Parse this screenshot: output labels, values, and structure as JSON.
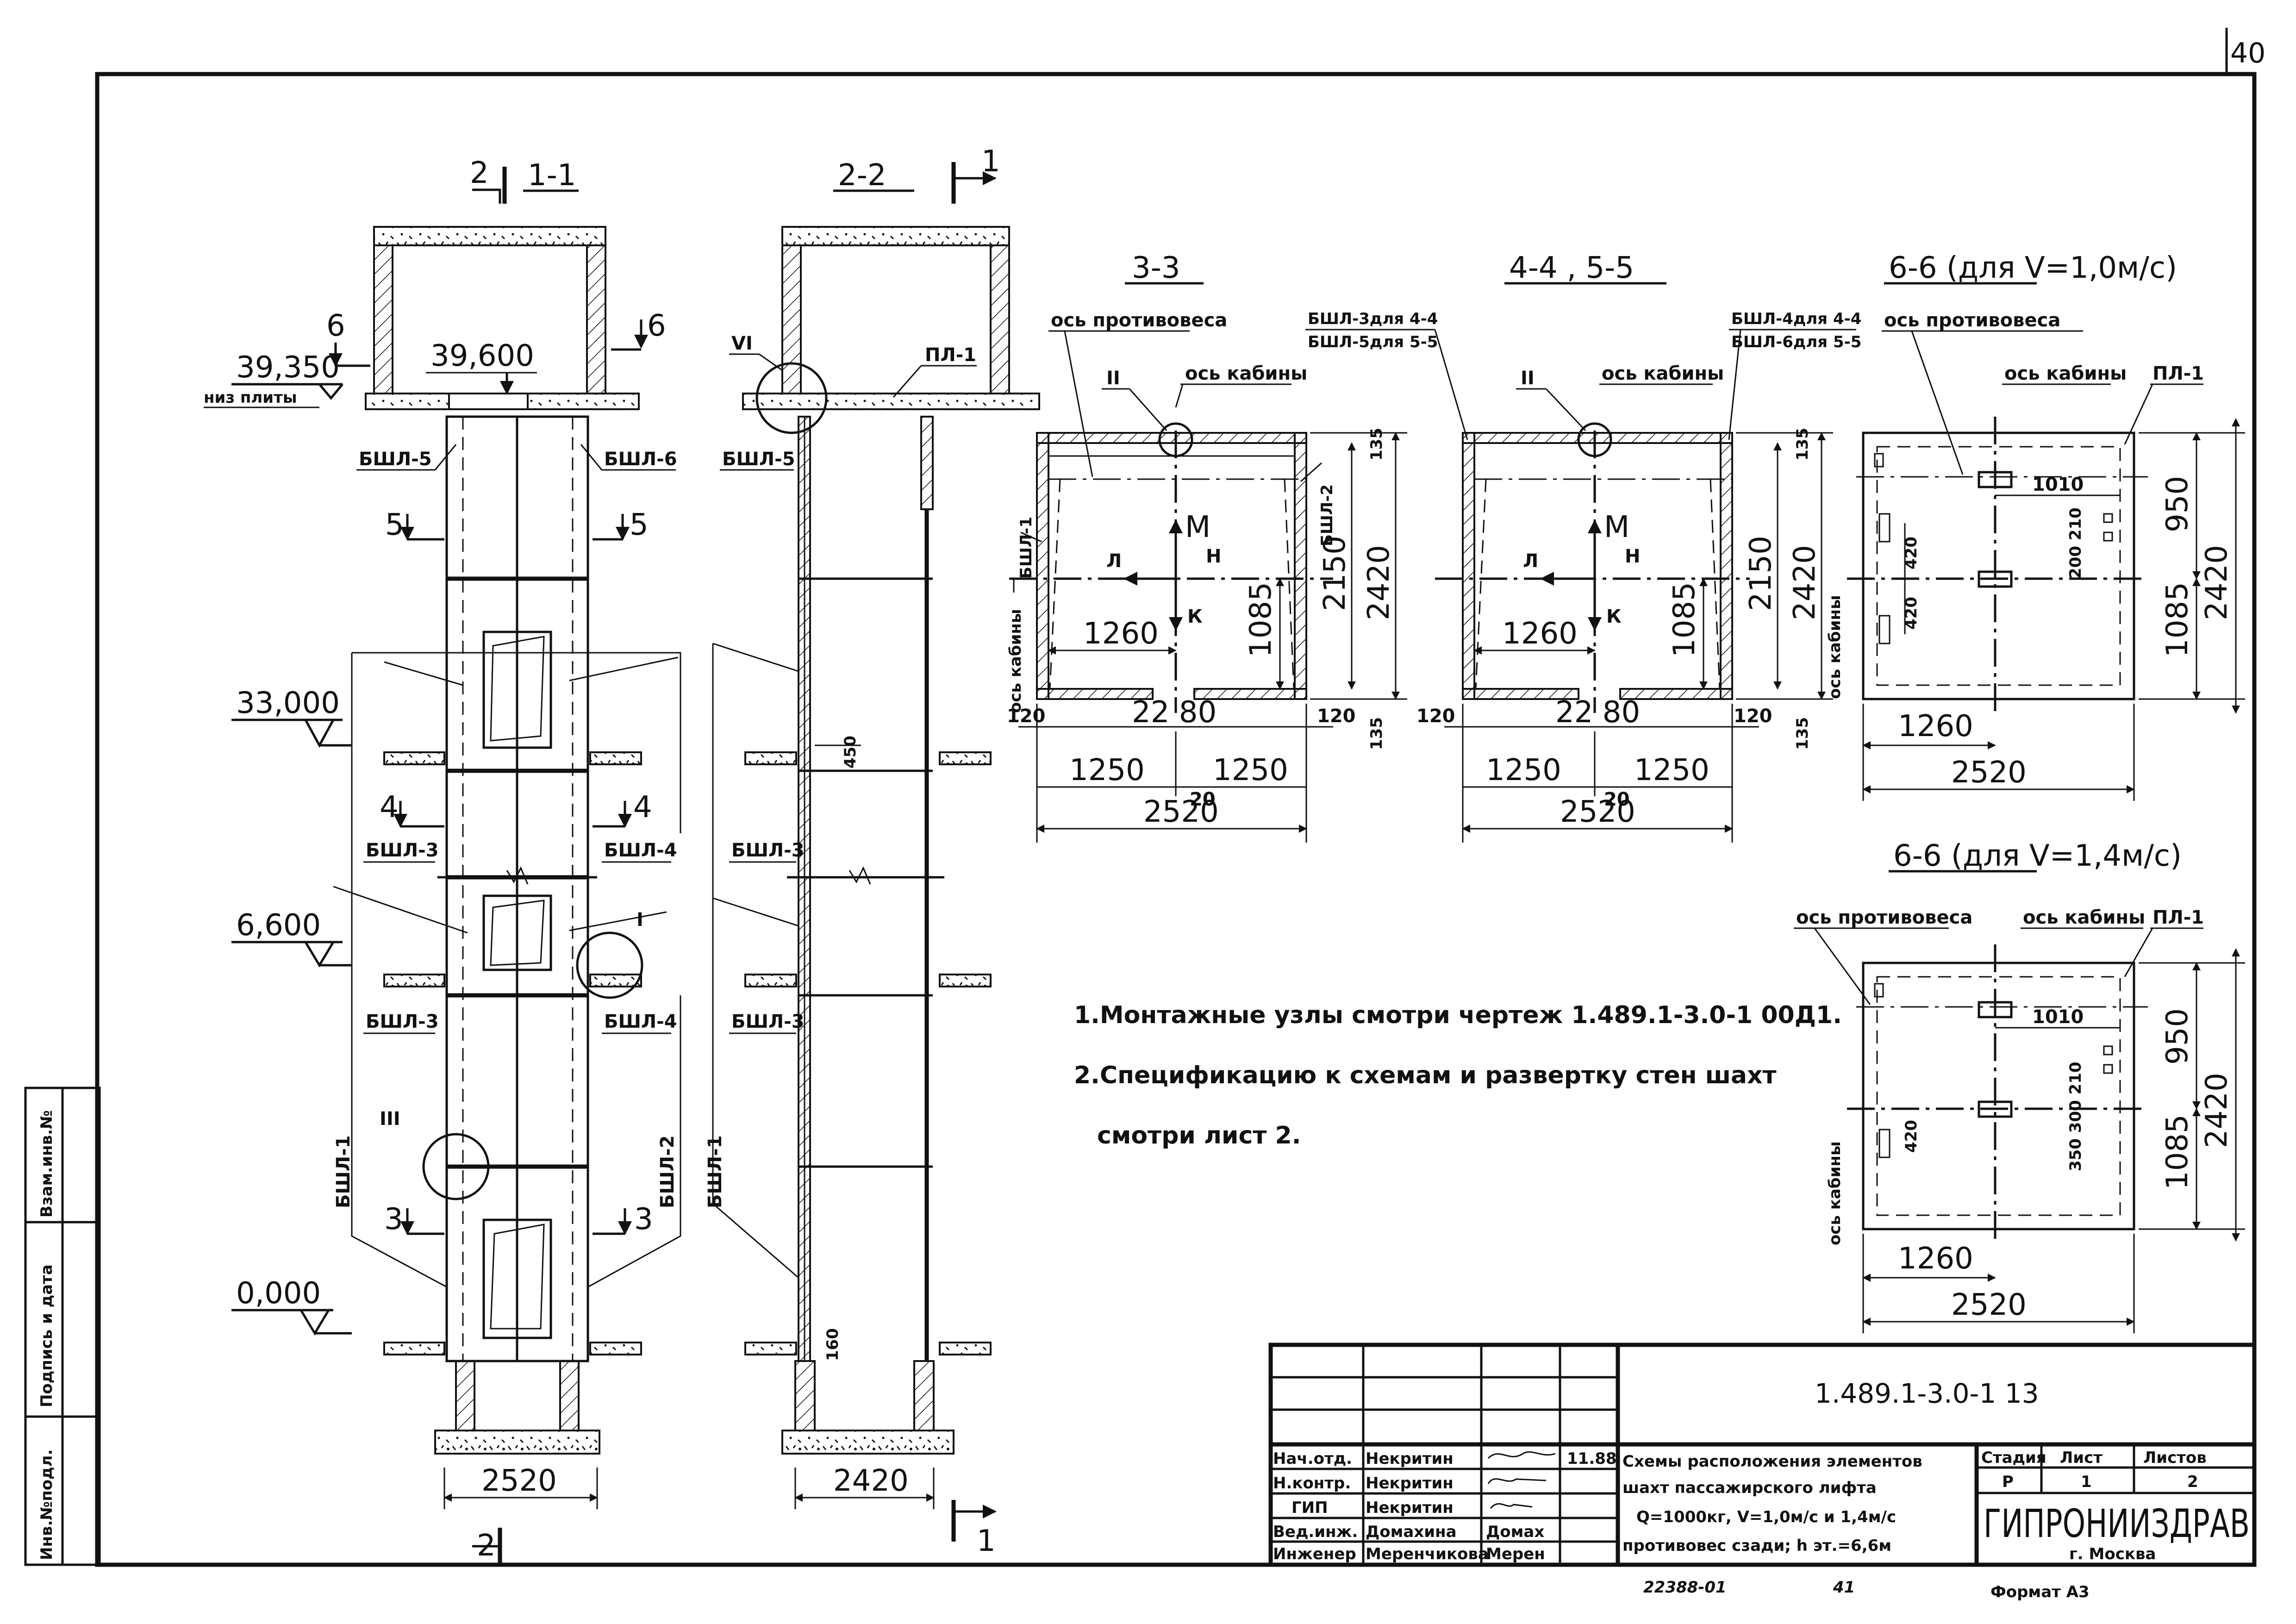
{
  "corner_page": "40",
  "views": {
    "s11": {
      "title": "1-1",
      "cut_mark": "2",
      "marker_6": "6",
      "marker_5": "5",
      "marker_4": "4",
      "marker_3": "3",
      "bottom_mark": "2"
    },
    "s22": {
      "title": "2-2",
      "cut_mark": "1",
      "bottom_mark": "1"
    },
    "s33": {
      "title": "3-3"
    },
    "s44": {
      "title": "4-4 , 5-5"
    },
    "s66a": {
      "title": "6-6 (для V=1,0м/с)"
    },
    "s66b": {
      "title": "6-6 (для V=1,4м/с)"
    }
  },
  "elevations": {
    "e39350": "39,350",
    "niz": "низ плиты",
    "e39600": "39,600",
    "e33000": "33,000",
    "e6600": "6,600",
    "e0000": "0,000"
  },
  "labels": {
    "bsl1": "БШЛ-1",
    "bsl2": "БШЛ-2",
    "bsl3": "БШЛ-3",
    "bsl4": "БШЛ-4",
    "bsl5": "БШЛ-5",
    "bsl6": "БШЛ-6",
    "pl1": "ПЛ-1",
    "os_kab": "ось кабины",
    "os_prot": "ось противовеса",
    "bsl3_44": "БШЛ-3для 4-4",
    "bsl5_55": "БШЛ-5для 5-5",
    "bsl4_44": "БШЛ-4для 4-4",
    "bsl6_55": "БШЛ-6для 5-5",
    "rI": "I",
    "rII": "II",
    "rIII": "III",
    "rVI": "VI",
    "M": "М",
    "L": "Л",
    "N": "Н",
    "K": "К"
  },
  "dims": {
    "d2520": "2520",
    "d2420": "2420",
    "d2280": "22 80",
    "d2150": "2150",
    "d1250": "1250",
    "d1260": "1260",
    "d1085": "1085",
    "d120": "120",
    "d135": "135",
    "d20": "20",
    "d950": "950",
    "d1010": "1010",
    "d420": "420",
    "d200_210": "200 210",
    "d350_300_210": "350 300 210",
    "d450": "450",
    "d160": "160"
  },
  "notes": {
    "n1": "1.Монтажные узлы смотри чертеж 1.489.1-3.0-1 00Д1.",
    "n2": "2.Спецификацию к схемам и развертку стен шахт",
    "n2b": "смотри лист 2."
  },
  "side_stamp": {
    "a": "Инв.№подл.",
    "b": "Подпись и дата",
    "c": "Взам.инв.№"
  },
  "title_block": {
    "code": "1.489.1-3.0-1 13",
    "title_l1": "Схемы расположения элементов",
    "title_l2": "шахт пассажирского лифта",
    "title_l3": "Q=1000кг, V=1,0м/с и 1,4м/с",
    "title_l4": "противовес сзади; h эт.=6,6м",
    "stage_h": "Стадия",
    "sheet_h": "Лист",
    "sheets_h": "Листов",
    "stage": "Р",
    "sheet": "1",
    "sheets": "2",
    "org": "ГИПРОНИИЗДРАВ",
    "city": "г. Москва",
    "rows": [
      {
        "role": "Нач.отд.",
        "name": "Некритин",
        "sign": "",
        "date": "11.88"
      },
      {
        "role": "Н.контр.",
        "name": "Некритин",
        "sign": "",
        "date": ""
      },
      {
        "role": "ГИП",
        "name": "Некритин",
        "sign": "",
        "date": ""
      },
      {
        "role": "Вед.инж.",
        "name": "Домахина",
        "sign": "Домах",
        "date": ""
      },
      {
        "role": "Инженер",
        "name": "Меренчикова",
        "sign": "Мерен",
        "date": ""
      }
    ],
    "inv": "22388-01",
    "num": "41",
    "format": "Формат А3"
  }
}
